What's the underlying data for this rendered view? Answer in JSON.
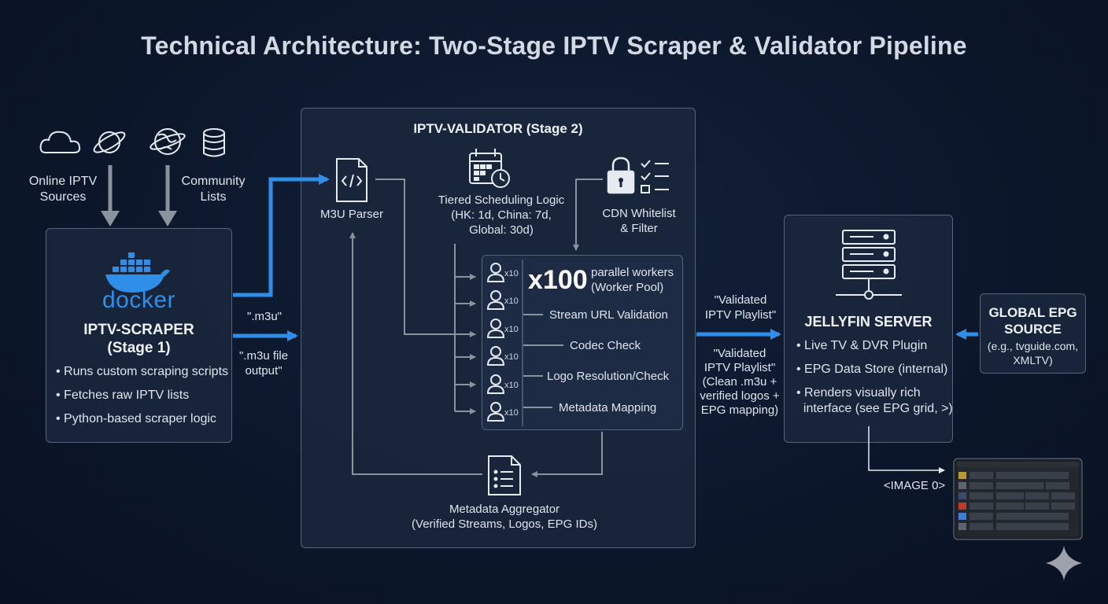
{
  "title": "Technical Architecture: Two-Stage IPTV Scraper & Validator Pipeline",
  "sources": {
    "online_label": "Online IPTV\nSources",
    "community_label": "Community\nLists",
    "icons": [
      "cloud-icon",
      "planet-icon",
      "globe-icon",
      "database-icon"
    ]
  },
  "scraper": {
    "logo_text": "docker",
    "heading": "IPTV-SCRAPER\n(Stage 1)",
    "bullets": [
      "• Runs custom scraping scripts",
      "• Fetches raw IPTV lists",
      "• Python-based scraper logic"
    ]
  },
  "edges": {
    "m3u_label": "\".m3u\"",
    "m3u_output_label": "\".m3u file\noutput\"",
    "validated_label": "\"Validated\nIPTV Playlist\"",
    "validated_detail_label": "\"Validated\nIPTV Playlist\"\n(Clean .m3u +\nverified logos +\nEPG mapping)",
    "image_label": "<IMAGE 0>"
  },
  "validator": {
    "heading": "IPTV-VALIDATOR (Stage 2)",
    "m3u_parser": "M3U Parser",
    "scheduling": "Tiered Scheduling Logic\n(HK: 1d, China: 7d,\nGlobal: 30d)",
    "cdn": "CDN Whitelist\n& Filter",
    "pool_multiplier": "x100",
    "pool_label": "parallel workers\n(Worker Pool)",
    "worker_multiplier": "x10",
    "tasks": [
      "Stream URL Validation",
      "Codec Check",
      "Logo Resolution/Check",
      "Metadata Mapping"
    ],
    "aggregator": "Metadata Aggregator\n(Verified Streams, Logos, EPG IDs)"
  },
  "jellyfin": {
    "heading": "JELLYFIN SERVER",
    "bullets": [
      "• Live TV & DVR Plugin",
      "• EPG Data Store (internal)",
      "• Renders visually rich\n  interface (see EPG grid, >)"
    ]
  },
  "epg": {
    "heading": "GLOBAL EPG\nSOURCE",
    "detail": "(e.g., tvguide.com,\nXMLTV)"
  },
  "colors": {
    "background": "#0c172b",
    "box_fill": "#19263c",
    "box_border": "#56647a",
    "accent_blue": "#2f8fe8",
    "arrow_gray": "#8a929e"
  }
}
